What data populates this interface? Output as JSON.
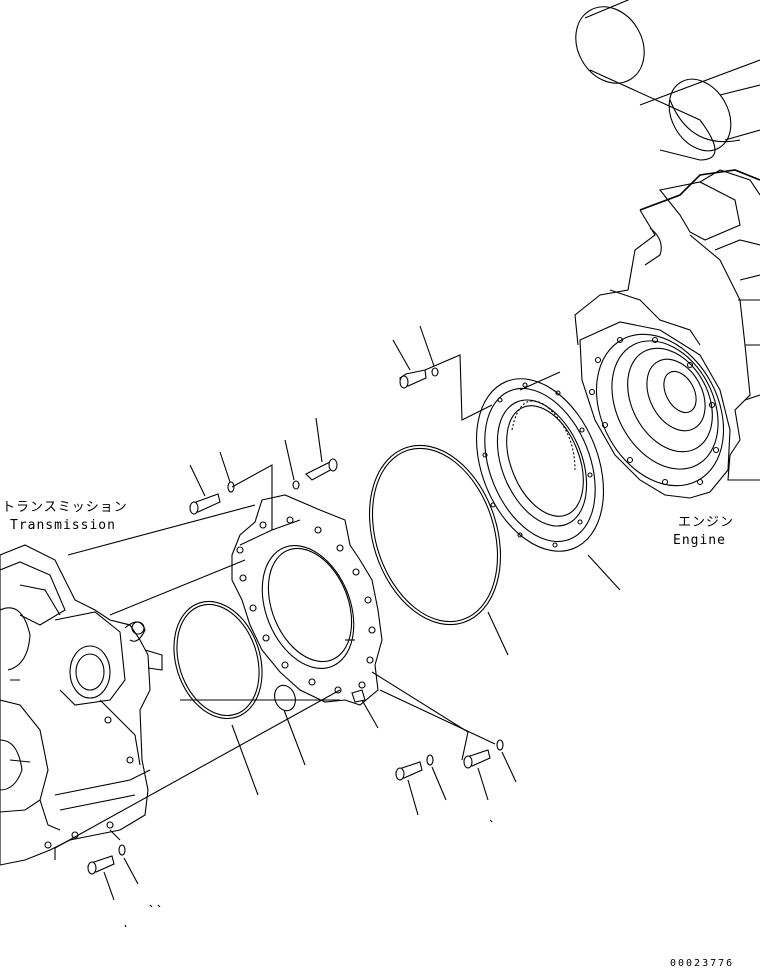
{
  "labels": {
    "transmission_jp": "トランスミッション",
    "transmission_en": "Transmission",
    "engine_jp": "エンジン",
    "engine_en": "Engine"
  },
  "figure_number": "00023776"
}
